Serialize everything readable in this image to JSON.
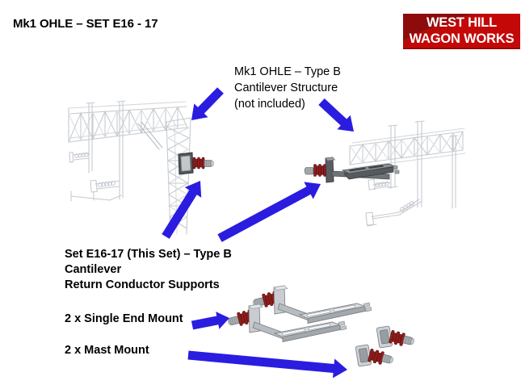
{
  "title": "Mk1 OHLE – SET E16 - 17",
  "logo": {
    "line1": "WEST HILL",
    "line2": "WAGON WORKS"
  },
  "annotations": {
    "structure_note": {
      "lines": [
        "Mk1 OHLE – Type B",
        "Cantilever Structure",
        "(not included)"
      ]
    },
    "set_note": {
      "lines": [
        "Set E16-17 (This Set) – Type B",
        "Cantilever",
        "Return Conductor Supports"
      ]
    },
    "items": [
      "2 x Single End Mount",
      "2 x Mast Mount"
    ]
  },
  "figures": {
    "left_structure": "portal gantry with lattice mast and mast-mount fitted",
    "right_structure": "lattice truss cantilever with single end mount fitted",
    "products": [
      "single end mount x2",
      "mast mount x2"
    ]
  },
  "colors": {
    "arrow": "#2a1de0",
    "logo_red": "#c40808",
    "logo_red_dark": "#8d0b0b",
    "ghost_gray": "#c6cad0",
    "product_gray": "#b7bcc0",
    "insulator_red": "#8e1d1d"
  }
}
